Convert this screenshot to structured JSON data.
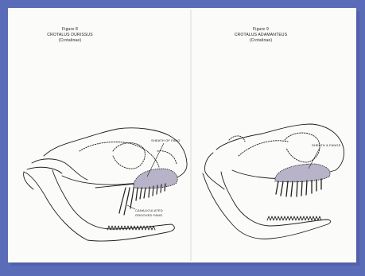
{
  "page": {
    "left_panel": {
      "caption_line1": "Figure 8",
      "caption_line2": "CROTALUS DURISSUS",
      "caption_line3": "(Crotalinae)",
      "label_fang_sheath": "SHEATH OF FANG",
      "label_fang_line1": "CANALICULATED",
      "label_fang_line2": "GROOVED FANG"
    },
    "right_panel": {
      "caption_line1": "Figure 9",
      "caption_line2": "CROTALUS ADAMANTEUS",
      "caption_line3": "(Crotalinae)",
      "label_fang_sheath": "SHEATH & FANGS"
    }
  },
  "colors": {
    "frame": "#5a6bb8",
    "paper": "#fbfbf9",
    "ink": "#1f1f1f",
    "fang_fill": "#b9b3c9"
  }
}
